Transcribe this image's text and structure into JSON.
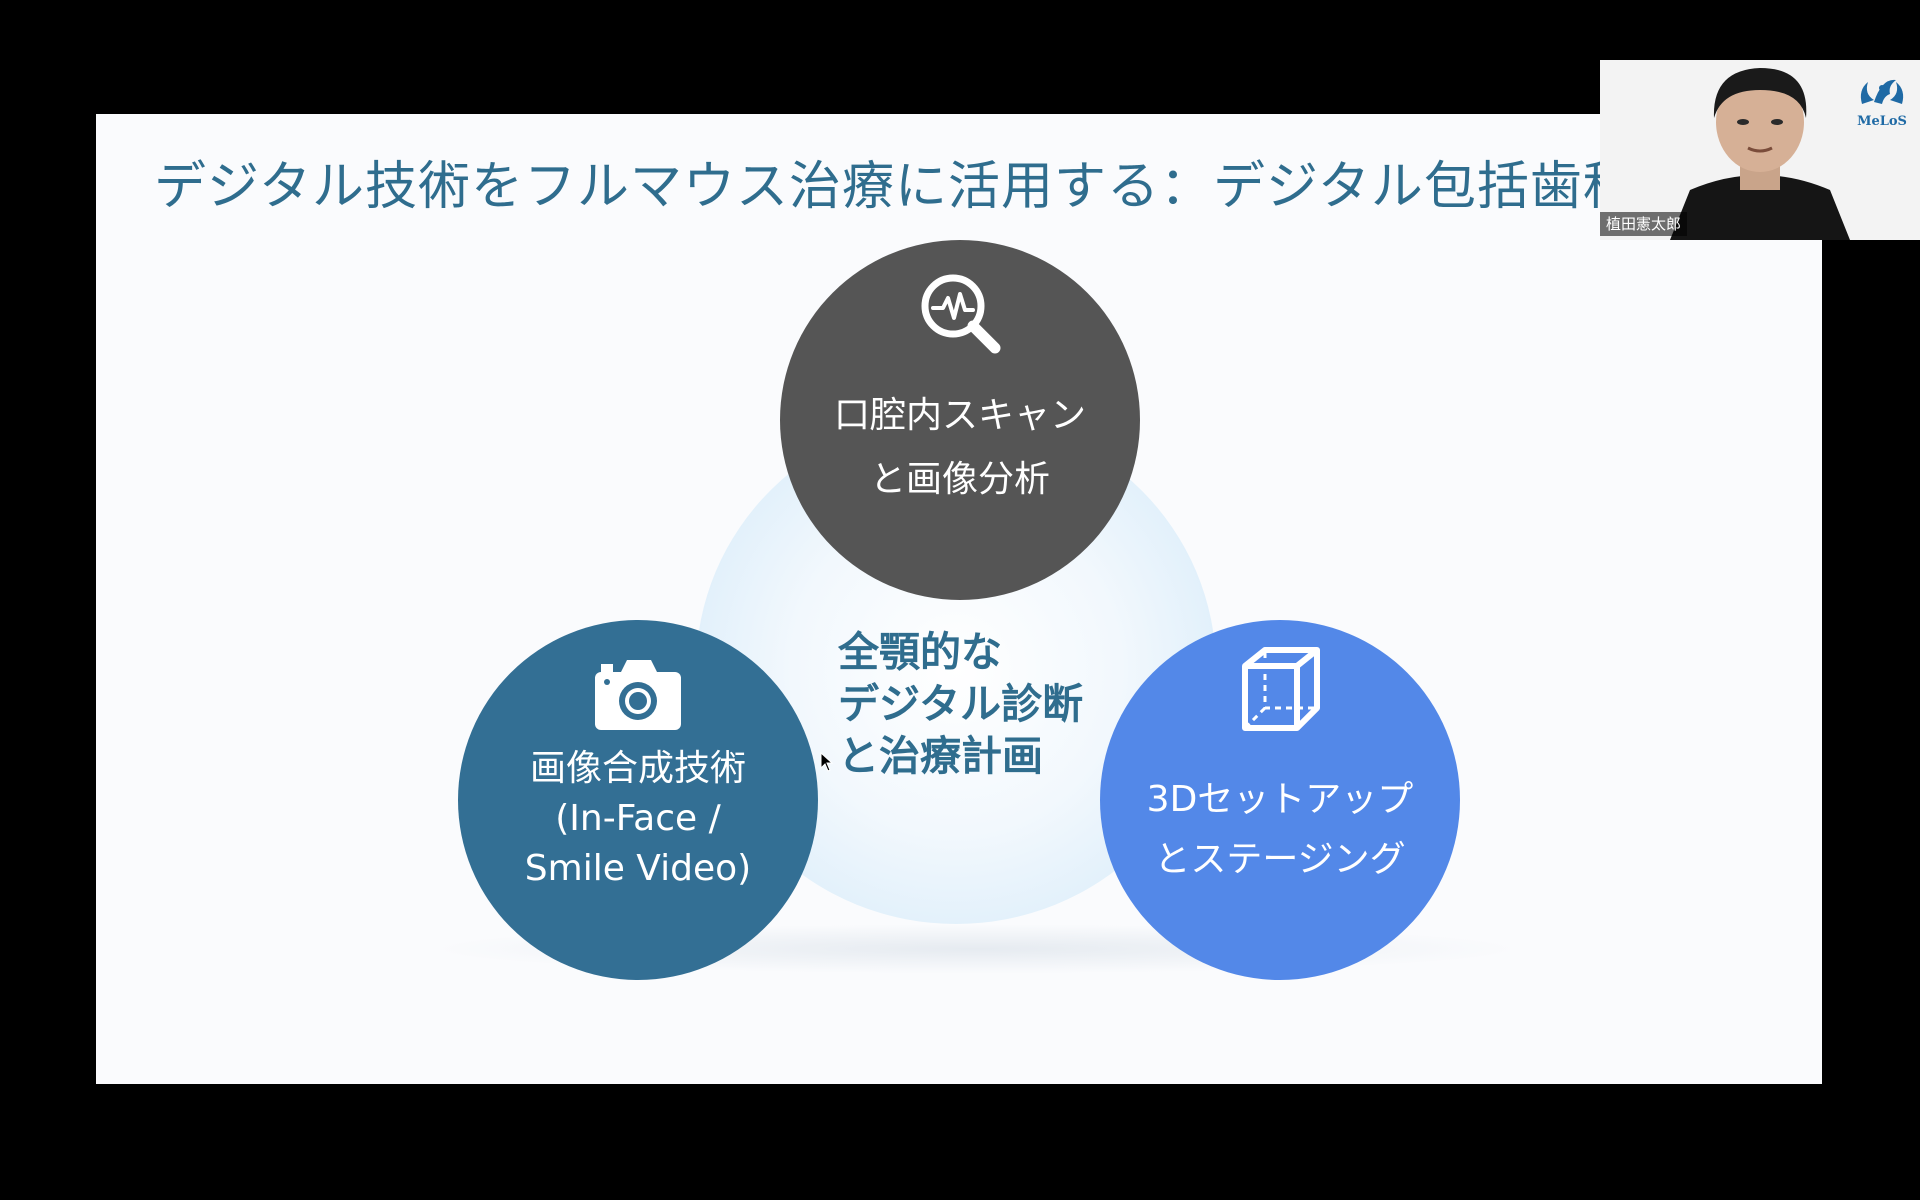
{
  "slide": {
    "title": "デジタル技術をフルマウス治療に活用する：デジタル包括歯科",
    "center": {
      "line1": "全顎的な",
      "line2": "デジタル診断",
      "line3": "と治療計画"
    },
    "circles": {
      "top": {
        "icon": "magnifier-pulse-icon",
        "line1": "口腔内スキャン",
        "line2": "と画像分析",
        "color": "#555555"
      },
      "left": {
        "icon": "camera-icon",
        "line1": "画像合成技術",
        "line2": "(In-Face /",
        "line3": "Smile Video)",
        "color": "#336f94"
      },
      "right": {
        "icon": "cube-icon",
        "line1": "3Dセットアップ",
        "line2": "とステージング",
        "color": "#5388e8"
      }
    },
    "accent": "#2f6d8e"
  },
  "video_tile": {
    "participant_name": "植田憲太郎",
    "logo_text": "MeLoS",
    "logo_icon": "melos-logo-icon"
  }
}
